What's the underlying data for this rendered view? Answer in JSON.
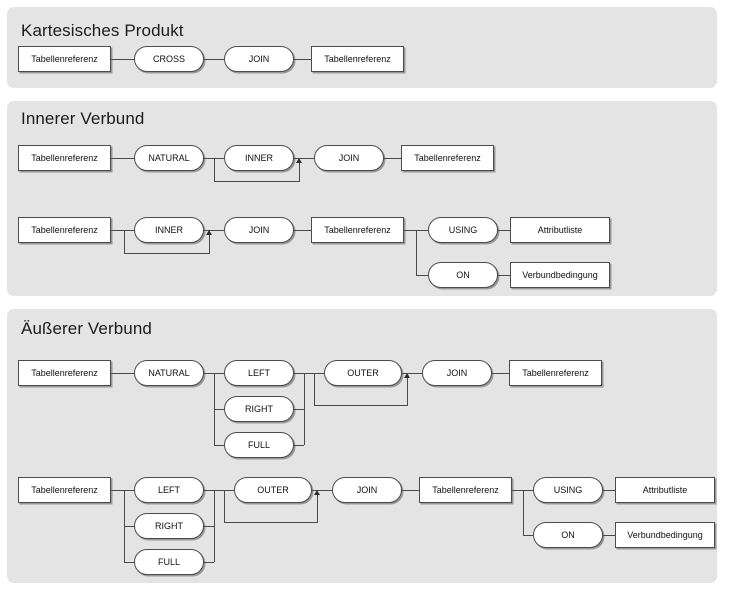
{
  "sections": [
    {
      "id": "kartesisches-produkt",
      "title": "Kartesisches Produkt",
      "nodes": {
        "tabref_left": "Tabellenreferenz",
        "cross": "CROSS",
        "join": "JOIN",
        "tabref_right": "Tabellenreferenz"
      }
    },
    {
      "id": "innerer-verbund",
      "title": "Innerer Verbund",
      "row1": {
        "tabref_left": "Tabellenreferenz",
        "natural": "NATURAL",
        "inner": "INNER",
        "join": "JOIN",
        "tabref_right": "Tabellenreferenz"
      },
      "row2": {
        "tabref_left": "Tabellenreferenz",
        "inner": "INNER",
        "join": "JOIN",
        "tabref_mid": "Tabellenreferenz",
        "using": "USING",
        "attributliste": "Attributliste",
        "on": "ON",
        "verbundbedingung": "Verbundbedingung"
      }
    },
    {
      "id": "aeusserer-verbund",
      "title": "Äußerer Verbund",
      "row1": {
        "tabref_left": "Tabellenreferenz",
        "natural": "NATURAL",
        "left": "LEFT",
        "right": "RIGHT",
        "full": "FULL",
        "outer": "OUTER",
        "join": "JOIN",
        "tabref_right": "Tabellenreferenz"
      },
      "row2": {
        "tabref_left": "Tabellenreferenz",
        "left": "LEFT",
        "right": "RIGHT",
        "full": "FULL",
        "outer": "OUTER",
        "join": "JOIN",
        "tabref_mid": "Tabellenreferenz",
        "using": "USING",
        "attributliste": "Attributliste",
        "on": "ON",
        "verbundbedingung": "Verbundbedingung"
      }
    }
  ],
  "colors": {
    "panel_bg": "#e4e4e4",
    "page_bg": "#ffffff",
    "node_fill": "#ffffff",
    "node_stroke": "#4c4c4c",
    "line": "#4a4a4a",
    "text": "#111111",
    "title_text": "#1c1c1c"
  }
}
